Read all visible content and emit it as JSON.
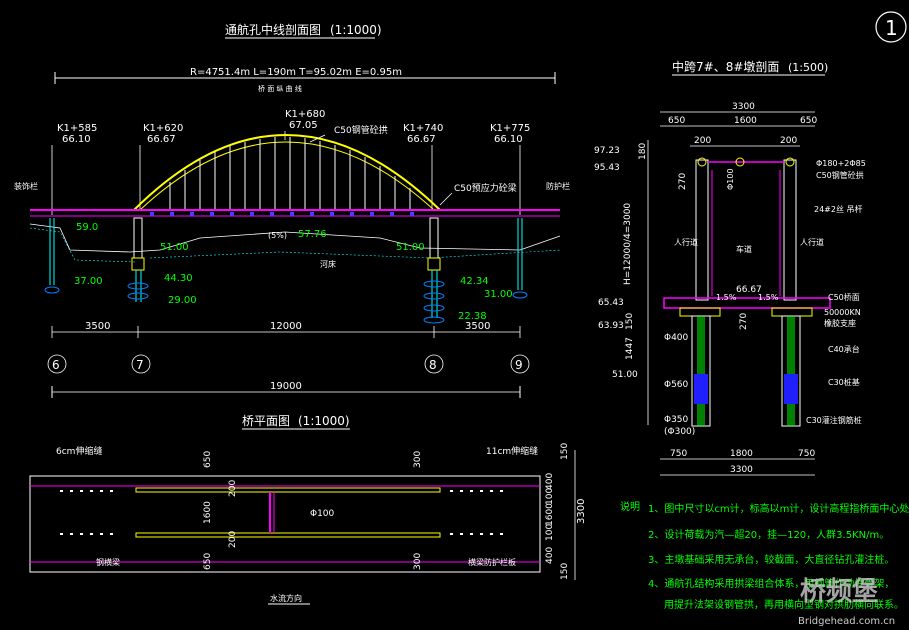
{
  "sheet": {
    "number": "1"
  },
  "section_view": {
    "title": "通航孔中线剖面图",
    "scale": "(1:1000)",
    "curve_params": "R=4751.4m    L=190m    T=95.02m    E=0.95m",
    "curve_note": "桥   面   纵   曲   线",
    "stations": [
      {
        "station": "K1+585",
        "elev": "66.10"
      },
      {
        "station": "K1+620",
        "elev": "66.67"
      },
      {
        "station": "K1+680",
        "elev": "67.05"
      },
      {
        "station": "K1+740",
        "elev": "66.67"
      },
      {
        "station": "K1+775",
        "elev": "66.10"
      }
    ],
    "arch_label": "C50钢管砼拱",
    "deck_label": "C50预应力砼梁",
    "rail_left": "装饰栏",
    "rail_right": "防护栏",
    "elevations": [
      "59.0",
      "51.00",
      "51.00",
      "44.30",
      "37.00",
      "29.00",
      "57.76",
      "42.34",
      "31.00",
      "22.38"
    ],
    "slope": "(5%)",
    "river_label": "河床",
    "spans": [
      "3500",
      "12000",
      "3500"
    ],
    "total_span": "19000",
    "piers": [
      "6",
      "7",
      "8",
      "9"
    ]
  },
  "plan_view": {
    "title": "桥平面图",
    "scale": "(1:1000)",
    "left_note": "6cm伸缩缝",
    "right_note": "11cm伸缩缝",
    "dims_left": [
      "650",
      "200",
      "1600",
      "200",
      "650"
    ],
    "dims_mid": [
      "300",
      "300"
    ],
    "dims_right": [
      "150",
      "400",
      "100",
      "1600",
      "100",
      "400",
      "150"
    ],
    "dim_total": "3300",
    "pipe": "Φ100",
    "label_left": "钢横梁",
    "label_right": "横梁防护栏板",
    "flow": "水流方向"
  },
  "pier_view": {
    "title": "中跨7#、8#墩剖面",
    "scale": "(1:500)",
    "top_dims": [
      "3300",
      "650",
      "1600",
      "650"
    ],
    "sub_dims": [
      "200",
      "200"
    ],
    "elevs": [
      "97.23",
      "95.43",
      "65.43",
      "63.93",
      "51.00",
      "66.67"
    ],
    "vert_dims": [
      "180",
      "270",
      "H=12000/4=3000",
      "150",
      "1447",
      "270"
    ],
    "labels": [
      "Φ180+2Φ85",
      "C50钢管砼拱",
      "Φ100",
      "24#2丝 吊杆",
      "人行道",
      "车道",
      "人行道",
      "C50桥面",
      "50000KN",
      "橡胶支座",
      "C40承台",
      "C30桩基",
      "C30灌注钢筋桩"
    ],
    "slopes": [
      "1.5%",
      "1.5%"
    ],
    "diam": [
      "Φ400",
      "Φ560",
      "Φ350",
      "(Φ300)"
    ],
    "bottom_dims": [
      "750",
      "1800",
      "750"
    ],
    "bottom_total": "3300"
  },
  "notes": {
    "head": "说明",
    "lines": [
      "1、图中尺寸以cm计，标高以m计，设计高程指桥面中心处。",
      "2、设计荷载为汽—超20，挂—120，人群3.5KN/m。",
      "3、主墩基础采用无承台，较截面，大直径钻孔灌注桩。",
      "4、通航孔结构采用拱梁组合体系，用钢管作劲性骨架，",
      "用提升法架设钢管拱，再用横向型钢对拱肋横向联系。"
    ]
  },
  "watermark": {
    "logo": "桥频堡",
    "url": "Bridgehead.com.cn"
  }
}
